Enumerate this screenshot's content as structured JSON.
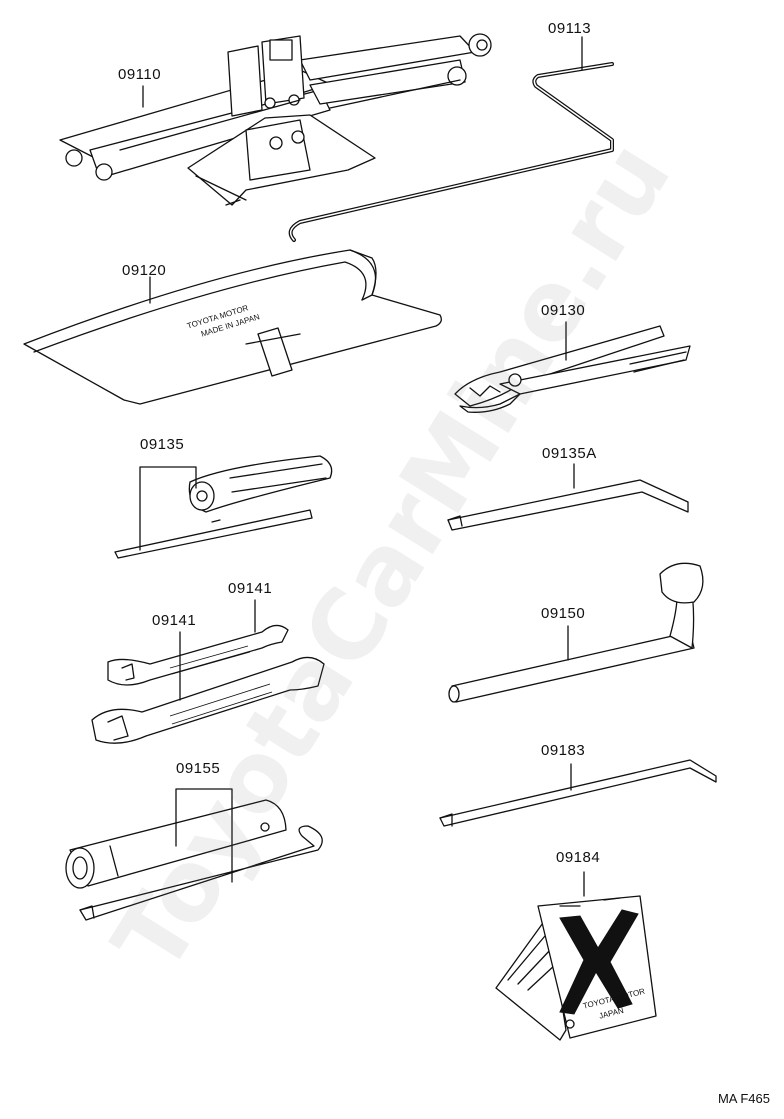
{
  "diagram": {
    "parts": [
      {
        "id": "jack",
        "label": "09110"
      },
      {
        "id": "jack-handle",
        "label": "09113"
      },
      {
        "id": "tool-bag",
        "label": "09120"
      },
      {
        "id": "pliers",
        "label": "09130"
      },
      {
        "id": "screwdriver",
        "label": "09135"
      },
      {
        "id": "screwdriver-bent",
        "label": "09135A"
      },
      {
        "id": "wrench-small",
        "label": "09141"
      },
      {
        "id": "wrench-large",
        "label": "09141"
      },
      {
        "id": "wheel-nut-wrench",
        "label": "09150"
      },
      {
        "id": "plug-wrench-and-bar",
        "label": "09155"
      },
      {
        "id": "hub-nut-bar",
        "label": "09183"
      },
      {
        "id": "wheel-chock",
        "label": "09184"
      }
    ],
    "bag_print": [
      "TOYOTA MOTOR",
      "MADE IN JAPAN"
    ],
    "chock_print": [
      "TOYOTA MOTOR",
      "JAPAN"
    ],
    "document_code": "MA F465",
    "watermark": "ToyotaCarMine.ru"
  }
}
